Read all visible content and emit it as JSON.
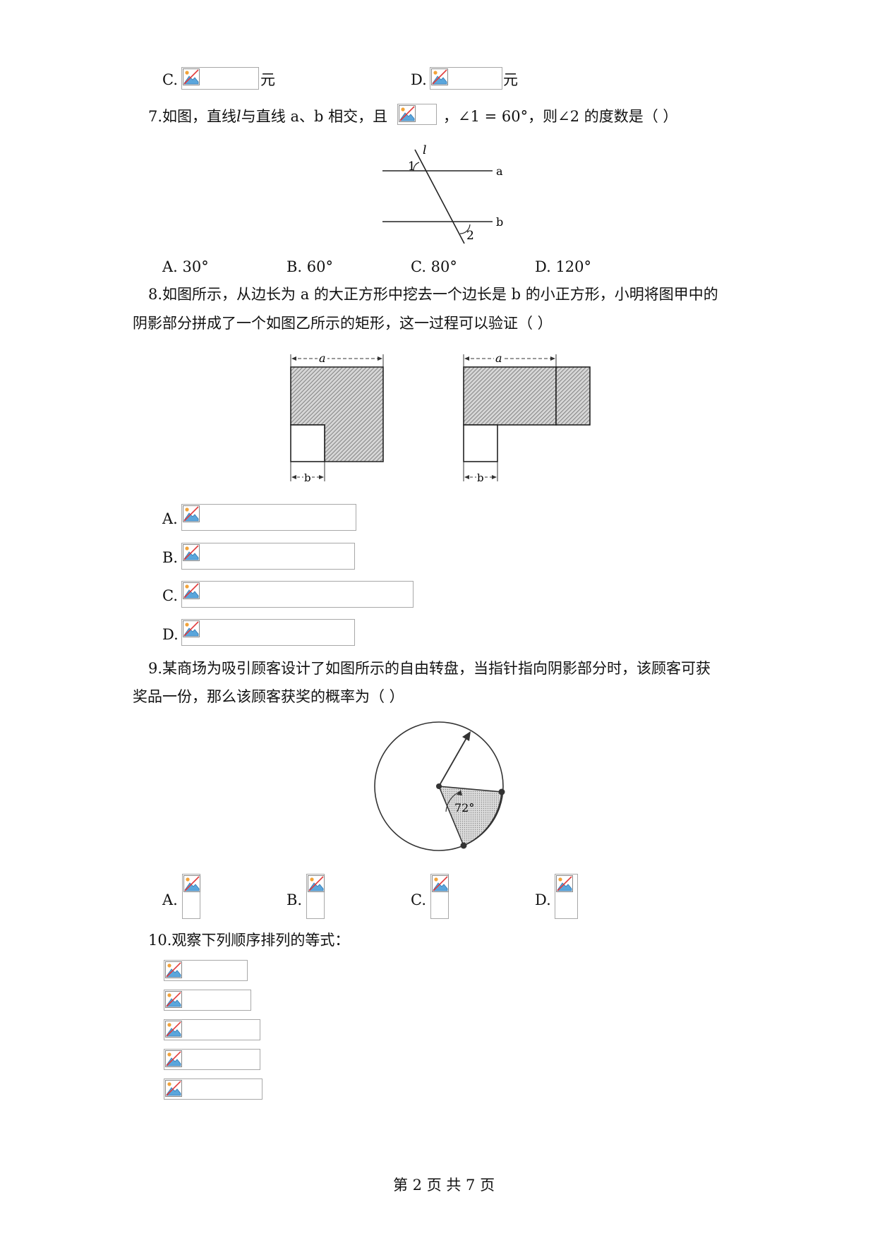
{
  "q6_options": {
    "c_label": "C.",
    "c_unit": "元",
    "d_label": "D.",
    "d_unit": "元"
  },
  "q7": {
    "num": "7.",
    "text_a": "如图，直线",
    "l": "l",
    "text_b": "与直线 a、b 相交，且",
    "text_c": "，∠1 = 60°，则∠2 的度数是（     ）",
    "figure": {
      "label_l": "l",
      "label_1": "1",
      "label_a": "a",
      "label_b": "b",
      "label_2": "2"
    },
    "options": [
      {
        "label": "A. 30°"
      },
      {
        "label": "B. 60°"
      },
      {
        "label": "C. 80°"
      },
      {
        "label": "D. 120°"
      }
    ]
  },
  "q8": {
    "num": "8.",
    "line1": "如图所示，从边长为 a 的大正方形中挖去一个边长是 b 的小正方形，小明将图甲中的",
    "line2": "阴影部分拼成了一个如图乙所示的矩形，这一过程可以验证（     ）",
    "figure": {
      "label_a": "a",
      "label_b": "b"
    },
    "options": [
      {
        "label": "A."
      },
      {
        "label": "B."
      },
      {
        "label": "C."
      },
      {
        "label": "D."
      }
    ]
  },
  "q9": {
    "num": "9.",
    "line1": "某商场为吸引顾客设计了如图所示的自由转盘，当指针指向阴影部分时，该顾客可获",
    "line2": "奖品一份，那么该顾客获奖的概率为（     ）",
    "figure": {
      "angle_label": "72°"
    },
    "options": [
      {
        "label": "A."
      },
      {
        "label": "B."
      },
      {
        "label": "C."
      },
      {
        "label": "D."
      }
    ]
  },
  "q10": {
    "num": "10.",
    "text": "观察下列顺序排列的等式："
  },
  "footer": {
    "text": "第 2 页 共 7 页"
  },
  "icon": "broken-image-icon"
}
